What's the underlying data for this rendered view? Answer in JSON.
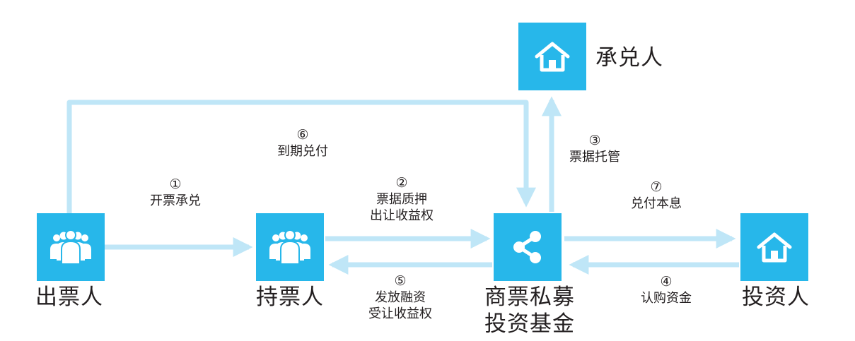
{
  "nodes": {
    "issuer": {
      "label": "出票人",
      "icon": "people-icon"
    },
    "holder": {
      "label": "持票人",
      "icon": "people-icon"
    },
    "fund": {
      "label_line1": "商票私募",
      "label_line2": "投资基金",
      "icon": "share-icon"
    },
    "acceptor": {
      "label": "承兑人",
      "icon": "house-icon"
    },
    "investor": {
      "label": "投资人",
      "icon": "house-icon"
    }
  },
  "edges": {
    "e1": {
      "num": "①",
      "line1": "开票承兑"
    },
    "e2": {
      "num": "②",
      "line1": "票据质押",
      "line2": "出让收益权"
    },
    "e3": {
      "num": "③",
      "line1": "票据托管"
    },
    "e4": {
      "num": "④",
      "line1": "认购资金"
    },
    "e5": {
      "num": "⑤",
      "line1": "发放融资",
      "line2": "受让收益权"
    },
    "e6": {
      "num": "⑥",
      "line1": "到期兑付"
    },
    "e7": {
      "num": "⑦",
      "line1": "兑付本息"
    }
  },
  "colors": {
    "node_fill": "#27b7ea",
    "arrow": "#bfe6f7",
    "text": "#231f20"
  }
}
